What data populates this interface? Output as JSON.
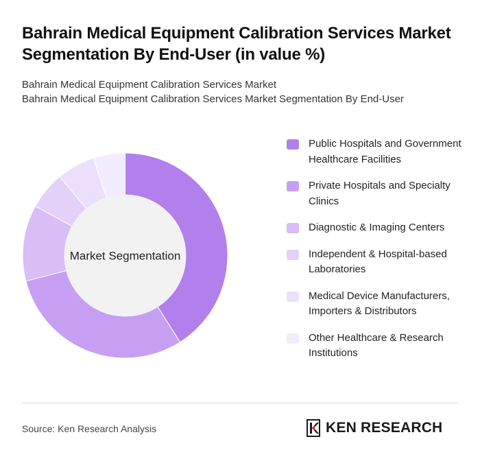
{
  "title": "Bahrain Medical Equipment Calibration Services Market Segmentation By End-User (in value %)",
  "subtitle_lines": [
    "Bahrain Medical Equipment Calibration Services Market",
    "Bahrain Medical Equipment Calibration Services Market Segmentation By End-User"
  ],
  "chart_data": {
    "type": "pie",
    "variant": "donut",
    "center_label": "Market Segmentation",
    "categories": [
      "Public Hospitals and Government Healthcare Facilities",
      "Private Hospitals and Specialty Clinics",
      "Diagnostic & Imaging Centers",
      "Independent & Hospital-based Laboratories",
      "Medical Device Manufacturers, Importers & Distributors",
      "Other Healthcare & Research Institutions"
    ],
    "values": [
      41,
      30,
      12,
      6,
      6,
      5
    ],
    "colors": [
      "#b180ec",
      "#c79ff2",
      "#d8bdf6",
      "#e4d1f9",
      "#ecdffb",
      "#f3ecfc"
    ],
    "legend_position": "right"
  },
  "footer": {
    "source": "Source: Ken Research Analysis",
    "brand": "KEN RESEARCH"
  }
}
